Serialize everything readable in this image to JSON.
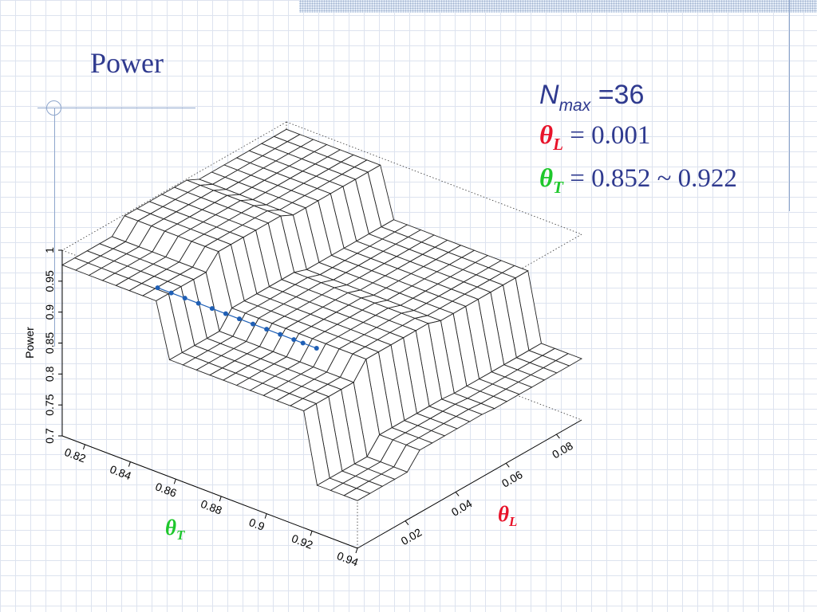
{
  "slide": {
    "title": "Power"
  },
  "params": {
    "nmax_symbol": "N",
    "nmax_sub": "max",
    "nmax_value": " =36",
    "thetaL_symbol": "θ",
    "thetaL_sub": "L",
    "thetaL_value": " = 0.001",
    "thetaT_symbol": "θ",
    "thetaT_sub": "T",
    "thetaT_value": " = 0.852 ~ 0.922"
  },
  "colors": {
    "text": "#2f3a8f",
    "theta_L": "#e8132a",
    "theta_T": "#1ec72c",
    "highlight_points": "#1f5fb5",
    "mesh": "#222222"
  },
  "chart_data": {
    "type": "surface",
    "title": "",
    "zlabel": "Power",
    "x_name": "θT",
    "y_name": "θL",
    "zlim": [
      0.7,
      1
    ],
    "xlim": [
      0.81,
      0.94
    ],
    "ylim": [
      0.001,
      0.09
    ],
    "z_ticks": [
      "0.7",
      "0.75",
      "0.8",
      "0.85",
      "0.9",
      "0.95",
      "1"
    ],
    "x_ticks": [
      "0.82",
      "0.84",
      "0.86",
      "0.88",
      "0.9",
      "0.92",
      "0.94"
    ],
    "y_ticks": [
      "0.02",
      "0.04",
      "0.06",
      "0.08"
    ],
    "x_name_label": "θ",
    "x_name_sub": "T",
    "y_name_label": "θ",
    "y_name_sub": "L",
    "grid_box": "dotted",
    "x_breaks": [
      0.852,
      0.922
    ],
    "y_breaks": [
      0.025,
      0.055
    ],
    "z_levels": [
      [
        0.976,
        0.889,
        0.777
      ],
      [
        0.998,
        0.915,
        0.801
      ],
      [
        0.988,
        0.908,
        0.799
      ]
    ],
    "highlight_series": {
      "theta_L": 0.001,
      "theta_T": [
        0.852,
        0.858,
        0.864,
        0.87,
        0.876,
        0.882,
        0.888,
        0.894,
        0.9,
        0.906,
        0.912,
        0.916,
        0.922
      ],
      "power": [
        0.998,
        0.998,
        0.998,
        0.998,
        0.998,
        0.998,
        0.998,
        0.998,
        0.998,
        0.998,
        0.998,
        0.998,
        0.998
      ]
    }
  }
}
